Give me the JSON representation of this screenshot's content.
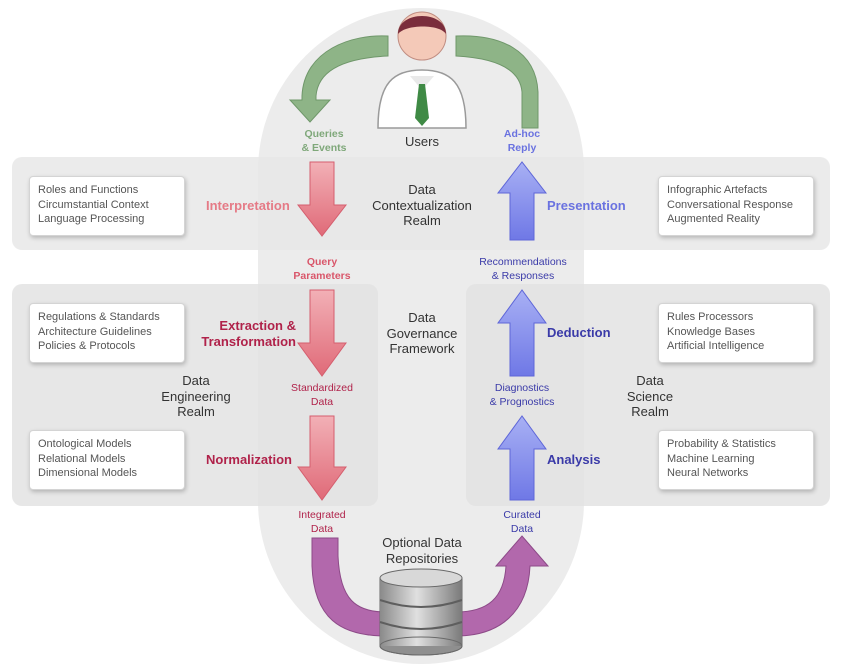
{
  "diagram": {
    "users_label": "Users",
    "top_flow": {
      "left": [
        "Queries",
        "& Events"
      ],
      "right": [
        "Ad-hoc",
        "Reply"
      ]
    },
    "realms": {
      "contextualization": [
        "Data",
        "Contextualization",
        "Realm"
      ],
      "governance": [
        "Data",
        "Governance",
        "Framework"
      ],
      "engineering": [
        "Data",
        "Engineering",
        "Realm"
      ],
      "science": [
        "Data",
        "Science",
        "Realm"
      ],
      "repositories": [
        "Optional Data",
        "Repositories"
      ]
    },
    "stages": {
      "interpretation": "Interpretation",
      "extraction": [
        "Extraction &",
        "Transformation"
      ],
      "normalization": "Normalization",
      "presentation": "Presentation",
      "deduction": "Deduction",
      "analysis": "Analysis"
    },
    "flow_labels": {
      "query_parameters": [
        "Query",
        "Parameters"
      ],
      "standardized_data": [
        "Standardized",
        "Data"
      ],
      "integrated_data": [
        "Integrated",
        "Data"
      ],
      "recommendations": [
        "Recommendations",
        "& Responses"
      ],
      "diagnostics": [
        "Diagnostics",
        "& Prognostics"
      ],
      "curated_data": [
        "Curated",
        "Data"
      ]
    },
    "info_boxes": {
      "interpretation": [
        "Roles and Functions",
        "Circumstantial Context",
        "Language Processing"
      ],
      "extraction": [
        "Regulations & Standards",
        "Architecture Guidelines",
        "Policies & Protocols"
      ],
      "normalization": [
        "Ontological Models",
        "Relational Models",
        "Dimensional Models"
      ],
      "presentation": [
        "Infographic Artefacts",
        "Conversational Response",
        "Augmented Reality"
      ],
      "deduction": [
        "Rules Processors",
        "Knowledge Bases",
        "Artificial Intelligence"
      ],
      "analysis": [
        "Probability & Statistics",
        "Machine Learning",
        "Neural Networks"
      ]
    },
    "colors": {
      "green": "#7fa87a",
      "pink": "#e57a86",
      "crimson": "#b0224a",
      "blue": "#7b83e8",
      "indigo": "#3a3aa8",
      "purple": "#a55aa0"
    }
  }
}
